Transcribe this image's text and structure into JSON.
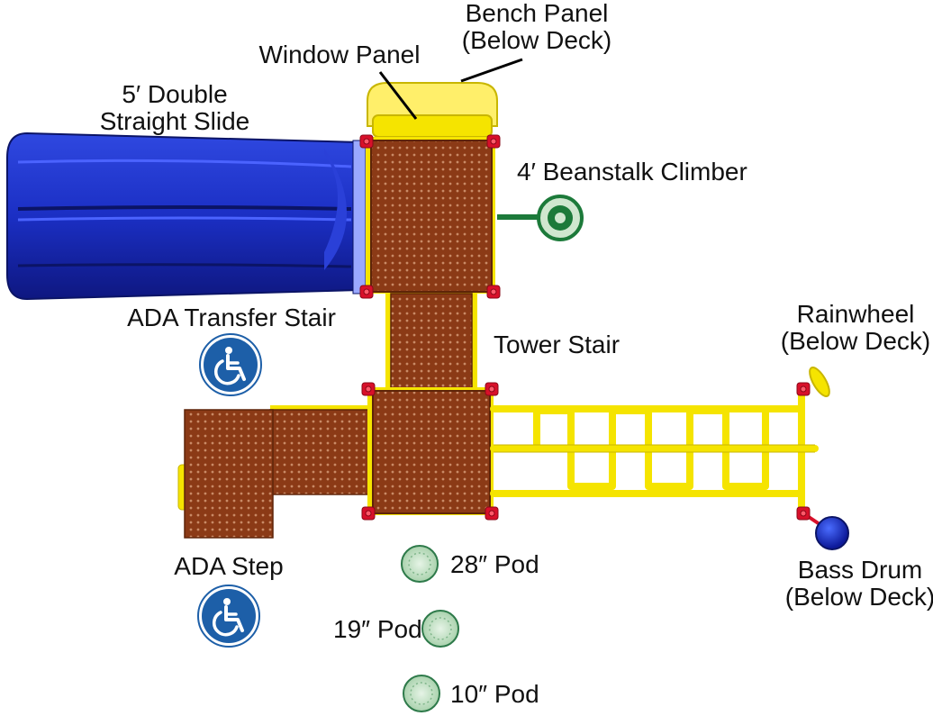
{
  "labels": {
    "bench_panel_1": "Bench Panel",
    "bench_panel_2": "(Below Deck)",
    "window_panel": "Window Panel",
    "slide_1": "5′ Double",
    "slide_2": "Straight Slide",
    "beanstalk": "4′ Beanstalk Climber",
    "ada_transfer_stair": "ADA Transfer Stair",
    "tower_stair": "Tower Stair",
    "rainwheel_1": "Rainwheel",
    "rainwheel_2": "(Below Deck)",
    "ada_step": "ADA Step",
    "pod_28": "28″ Pod",
    "pod_19": "19″ Pod",
    "pod_10": "10″ Pod",
    "bass_drum_1": "Bass Drum",
    "bass_drum_2": "(Below Deck)"
  },
  "colors": {
    "deck": "#8b3a16",
    "deck_dark": "#5e2408",
    "frame_yellow": "#f5e400",
    "slide_blue": "#1b2fc4",
    "slide_dark": "#0e1780",
    "clamp_red": "#d8102a",
    "pod_green": "#cfe7cf",
    "pod_edge": "#2e7a4a",
    "climber_green": "#1c7a3a",
    "ada_blue": "#1d5fa8",
    "bench_yellow": "#ffef6a"
  },
  "icons": {
    "accessibility": "wheelchair-icon"
  }
}
